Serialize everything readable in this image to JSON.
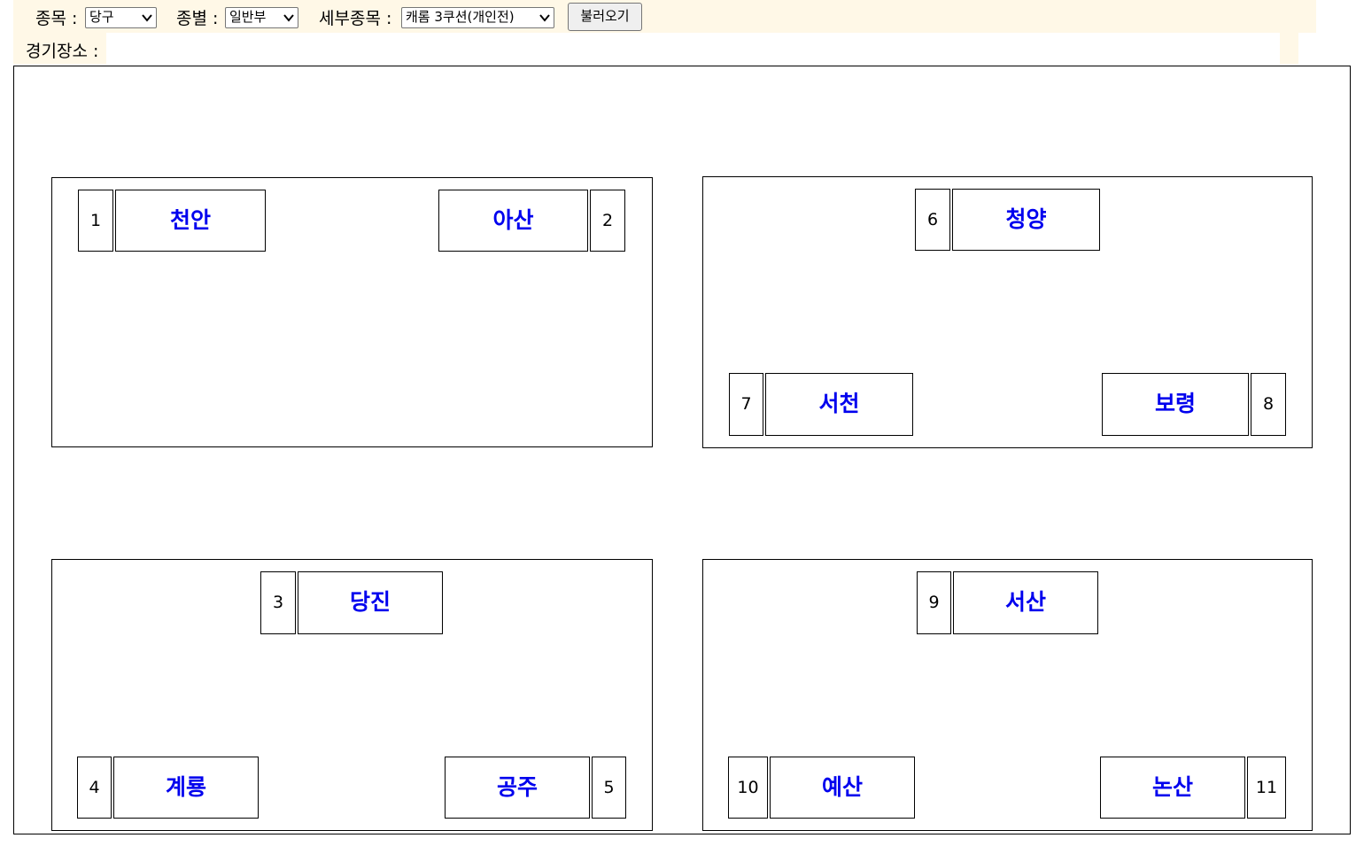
{
  "filters": {
    "sport_label": "종목 :",
    "sport_value": "당구",
    "division_label": "종별 :",
    "division_value": "일반부",
    "event_label": "세부종목 :",
    "event_value": "캐롬 3쿠션(개인전)",
    "load_button": "불러오기"
  },
  "venue": {
    "label": "경기장소 :"
  },
  "bracket": {
    "group_a": {
      "slot1": {
        "seed": "1",
        "team": "천안"
      },
      "slot2": {
        "seed": "2",
        "team": "아산"
      }
    },
    "group_b": {
      "top": {
        "seed": "6",
        "team": "청양"
      },
      "left": {
        "seed": "7",
        "team": "서천"
      },
      "right": {
        "seed": "8",
        "team": "보령"
      }
    },
    "group_c": {
      "top": {
        "seed": "3",
        "team": "당진"
      },
      "left": {
        "seed": "4",
        "team": "계룡"
      },
      "right": {
        "seed": "5",
        "team": "공주"
      }
    },
    "group_d": {
      "top": {
        "seed": "9",
        "team": "서산"
      },
      "left": {
        "seed": "10",
        "team": "예산"
      },
      "right": {
        "seed": "11",
        "team": "논산"
      }
    }
  },
  "colors": {
    "toolbar_bg": "#fff8e7",
    "team_text": "#0000ee"
  },
  "icons": {
    "select_arrow": "chevron-down-icon"
  }
}
